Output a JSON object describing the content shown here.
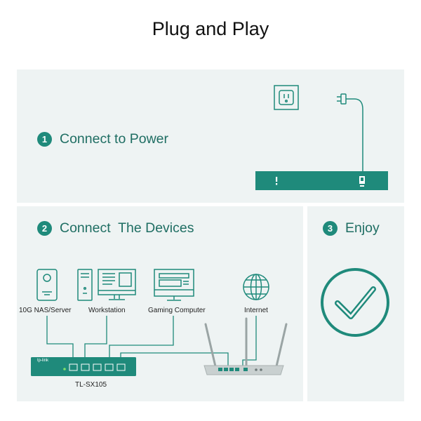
{
  "page": {
    "title": "Plug and Play"
  },
  "steps": [
    {
      "number": "1",
      "label": "Connect to Power"
    },
    {
      "number": "2",
      "label": "Connect  The Devices"
    },
    {
      "number": "3",
      "label": "Enjoy"
    }
  ],
  "devices": {
    "nas": "10G NAS/Server",
    "workstation": "Workstation",
    "gaming": "Gaming Computer",
    "internet": "Internet"
  },
  "switch": {
    "brand": "tp-link",
    "model": "TL-SX105"
  },
  "colors": {
    "teal": "#1f8a7b",
    "panel": "#eef3f3",
    "text": "#1f6e63"
  }
}
